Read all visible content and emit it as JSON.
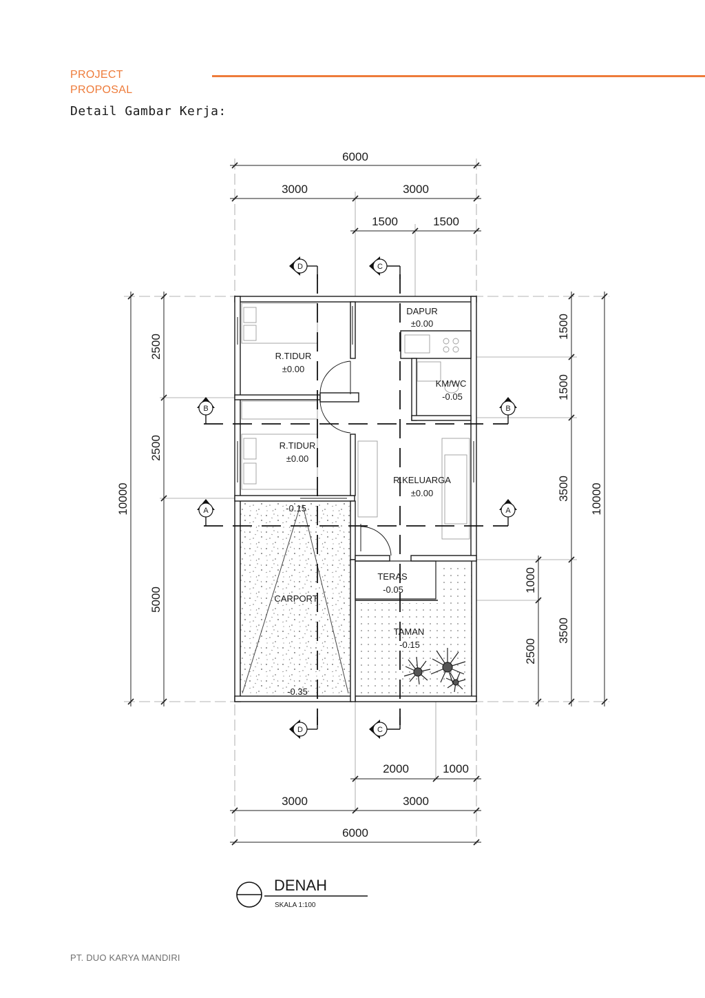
{
  "header": {
    "label_line1": "PROJECT",
    "label_line2": "PROPOSAL",
    "accent_color": "#ee7b3a",
    "title": "Detail Gambar Kerja:"
  },
  "plan": {
    "dimensions": {
      "top_total": "6000",
      "top_left": "3000",
      "top_right": "3000",
      "top_sub_left": "1500",
      "top_sub_right": "1500",
      "left_total": "10000",
      "left_1": "2500",
      "left_2": "2500",
      "left_3": "5000",
      "right_total": "10000",
      "right_1": "1500",
      "right_2": "1500",
      "right_3": "3500",
      "right_4": "3500",
      "inner_right_1": "1000",
      "inner_right_2": "2500",
      "bottom_sub_left": "2000",
      "bottom_sub_right": "1000",
      "bottom_left": "3000",
      "bottom_right": "3000",
      "bottom_total": "6000"
    },
    "rooms": {
      "dapur_name": "DAPUR",
      "dapur_level": "±0.00",
      "tidur1_name": "R.TIDUR",
      "tidur1_level": "±0.00",
      "kmwc_name": "KM/WC",
      "kmwc_level": "-0.05",
      "tidur2_name": "R.TIDUR",
      "tidur2_level": "±0.00",
      "keluarga_name": "R.KELUARGA",
      "keluarga_level": "±0.00",
      "carport_top_level": "-0.15",
      "carport_name": "CARPORT",
      "carport_bottom_level": "-0.35",
      "teras_name": "TERAS",
      "teras_level": "-0.05",
      "taman_name": "TAMAN",
      "taman_level": "-0.15"
    },
    "section_markers": {
      "d": "D",
      "c": "C",
      "b": "B",
      "a": "A"
    },
    "caption": {
      "title": "DENAH",
      "scale": "SKALA 1:100"
    }
  },
  "footer": {
    "company": "PT. DUO KARYA MANDIRI"
  }
}
